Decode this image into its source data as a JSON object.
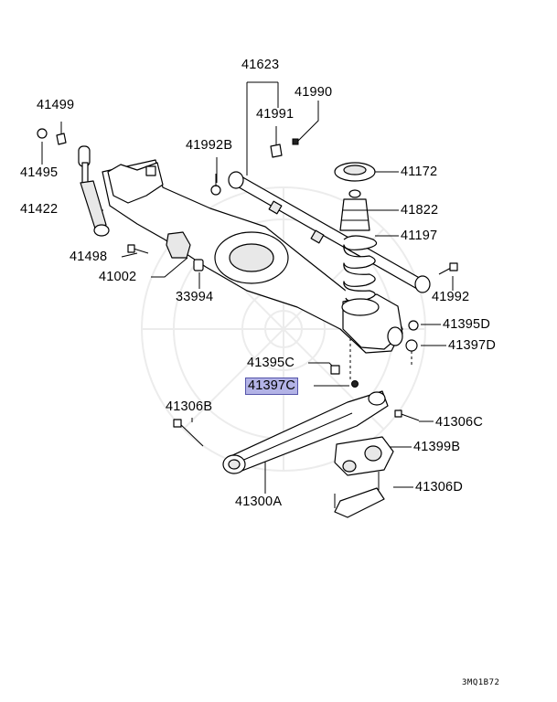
{
  "labels": {
    "l41623": "41623",
    "l41990": "41990",
    "l41499": "41499",
    "l41991": "41991",
    "l41992b": "41992B",
    "l41495": "41495",
    "l41172": "41172",
    "l41422": "41422",
    "l41822": "41822",
    "l41197": "41197",
    "l41498": "41498",
    "l41002": "41002",
    "l41992": "41992",
    "l33994": "33994",
    "l41395d": "41395D",
    "l41397d": "41397D",
    "l41395c": "41395C",
    "l41397c": "41397C",
    "l41306b": "41306B",
    "l41306c": "41306C",
    "l41399b": "41399B",
    "l41300a": "41300A",
    "l41306d": "41306D"
  },
  "highlight_color": "#b3b3e6",
  "diagram_code": "3MQ1B72"
}
